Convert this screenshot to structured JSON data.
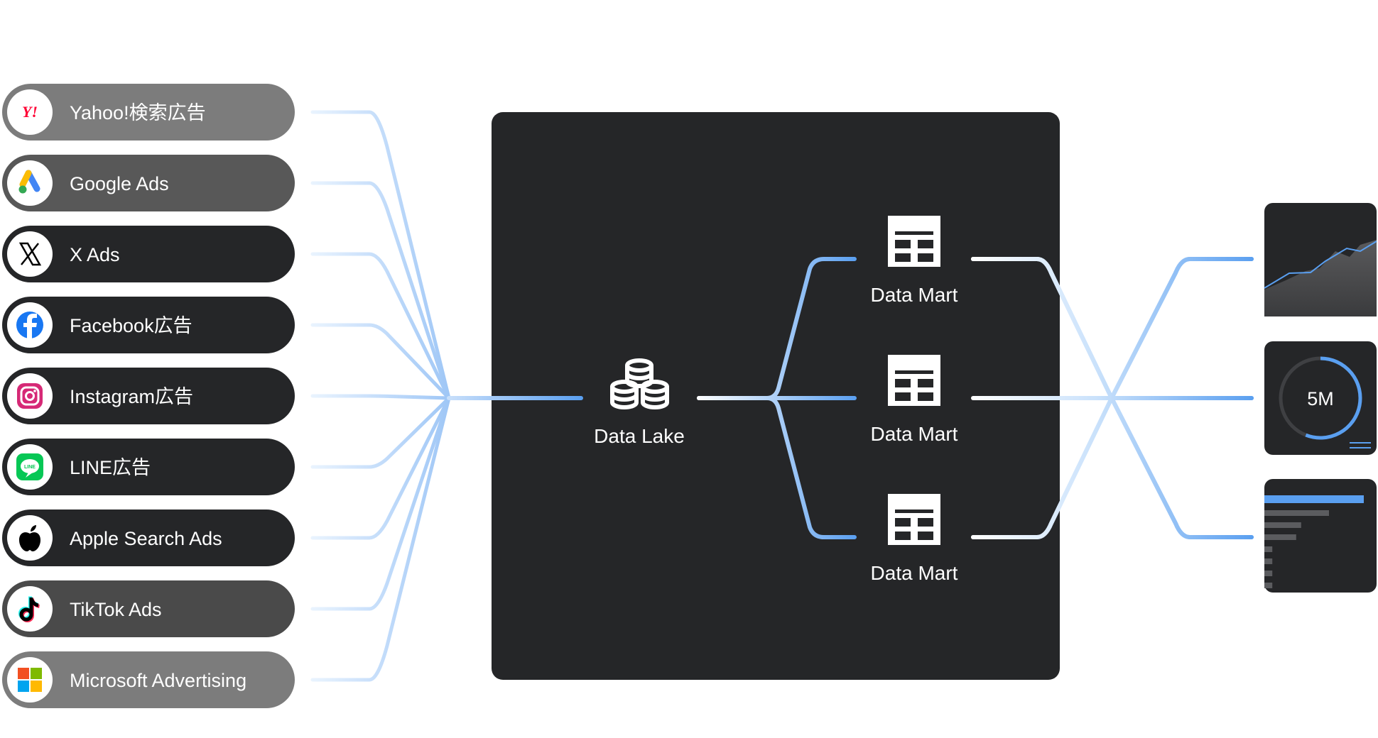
{
  "sources": [
    {
      "label": "Yahoo!検索広告",
      "icon": "yahoo-japan-icon",
      "fill": "#7c7c7c"
    },
    {
      "label": "Google Ads",
      "icon": "google-ads-icon",
      "fill": "#585858"
    },
    {
      "label": "X Ads",
      "icon": "x-icon",
      "fill": "#252628"
    },
    {
      "label": "Facebook広告",
      "icon": "facebook-icon",
      "fill": "#252628"
    },
    {
      "label": "Instagram広告",
      "icon": "instagram-icon",
      "fill": "#252628"
    },
    {
      "label": "LINE広告",
      "icon": "line-icon",
      "fill": "#252628"
    },
    {
      "label": "Apple Search Ads",
      "icon": "apple-icon",
      "fill": "#252628"
    },
    {
      "label": "TikTok Ads",
      "icon": "tiktok-icon",
      "fill": "#4a4a4a"
    },
    {
      "label": "Microsoft Advertising",
      "icon": "microsoft-icon",
      "fill": "#7c7c7c"
    }
  ],
  "lake": {
    "label": "Data Lake",
    "icon": "database-stack-icon"
  },
  "marts": [
    {
      "label": "Data Mart",
      "icon": "table-grid-icon"
    },
    {
      "label": "Data Mart",
      "icon": "table-grid-icon"
    },
    {
      "label": "Data Mart",
      "icon": "table-grid-icon"
    }
  ],
  "outputs": {
    "chart_icon": "area-chart-icon",
    "gauge": {
      "value_text": "5M",
      "progress": 0.56,
      "icon": "gauge-icon"
    },
    "bars_icon": "bar-list-icon",
    "bar_levels": [
      1.0,
      0.65,
      0.37,
      0.32,
      0.08,
      0.08,
      0.08,
      0.08
    ]
  },
  "colors": {
    "panel": "#252628",
    "line_blue": "#5a9ff0",
    "line_light": "#c9e1fb",
    "line_white": "#ffffff"
  }
}
